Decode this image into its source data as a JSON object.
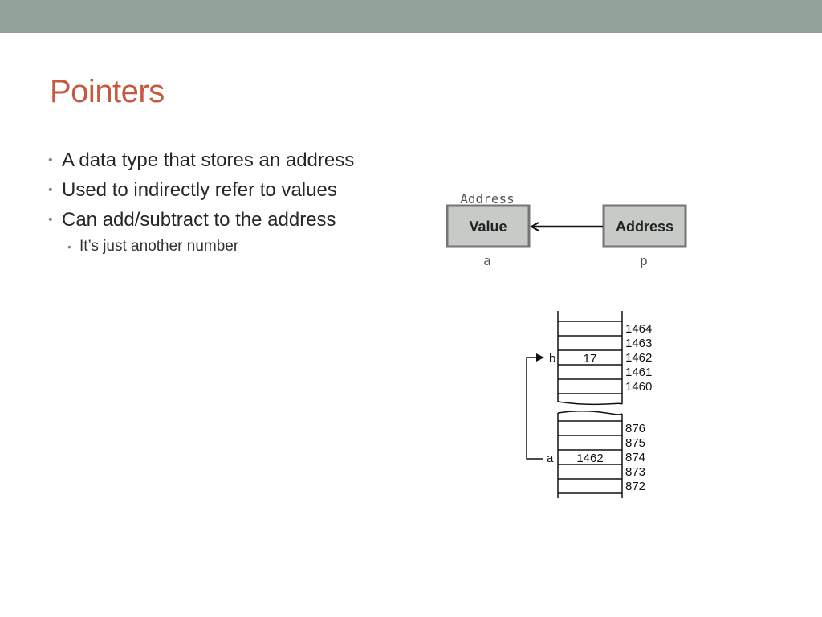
{
  "slide": {
    "title": "Pointers",
    "bullets": [
      "A data type that stores an address",
      "Used to indirectly refer to values",
      "Can add/subtract to the address"
    ],
    "sub_bullets": [
      "It’s just another number"
    ],
    "bullet_glyph": "•"
  },
  "pointer_diagram": {
    "caption": "Address",
    "value_box": "Value",
    "address_box": "Address",
    "value_var": "a",
    "pointer_var": "p"
  },
  "memory": {
    "upper_addresses": [
      "1464",
      "1463",
      "1462",
      "1461",
      "1460"
    ],
    "lower_addresses": [
      "876",
      "875",
      "874",
      "873",
      "872"
    ],
    "b_label": "b",
    "b_value": "17",
    "a_label": "a",
    "a_value": "1462"
  },
  "colors": {
    "top_bar": "#94a39a",
    "title": "#c55a3f",
    "box_fill": "#c6cbc8",
    "box_stroke": "#757575"
  }
}
